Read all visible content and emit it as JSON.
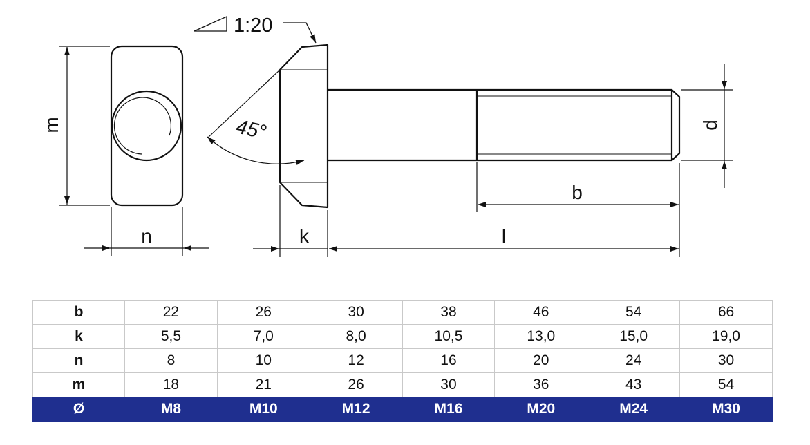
{
  "drawing": {
    "taper_label": "1:20",
    "angle_label": "45°",
    "dim_labels": {
      "m": "m",
      "n": "n",
      "k": "k",
      "b": "b",
      "l": "l",
      "d": "d"
    }
  },
  "table": {
    "rows": [
      {
        "head": "b",
        "values": [
          "22",
          "26",
          "30",
          "38",
          "46",
          "54",
          "66"
        ]
      },
      {
        "head": "k",
        "values": [
          "5,5",
          "7,0",
          "8,0",
          "10,5",
          "13,0",
          "15,0",
          "19,0"
        ]
      },
      {
        "head": "n",
        "values": [
          "8",
          "10",
          "12",
          "16",
          "20",
          "24",
          "30"
        ]
      },
      {
        "head": "m",
        "values": [
          "18",
          "21",
          "26",
          "30",
          "36",
          "43",
          "54"
        ]
      }
    ],
    "size_row": {
      "head": "Ø",
      "values": [
        "M8",
        "M10",
        "M12",
        "M16",
        "M20",
        "M24",
        "M30"
      ]
    }
  },
  "colors": {
    "size_row_bg": "#1f2f8f",
    "line": "#111111",
    "grid": "#c9c9c9"
  }
}
